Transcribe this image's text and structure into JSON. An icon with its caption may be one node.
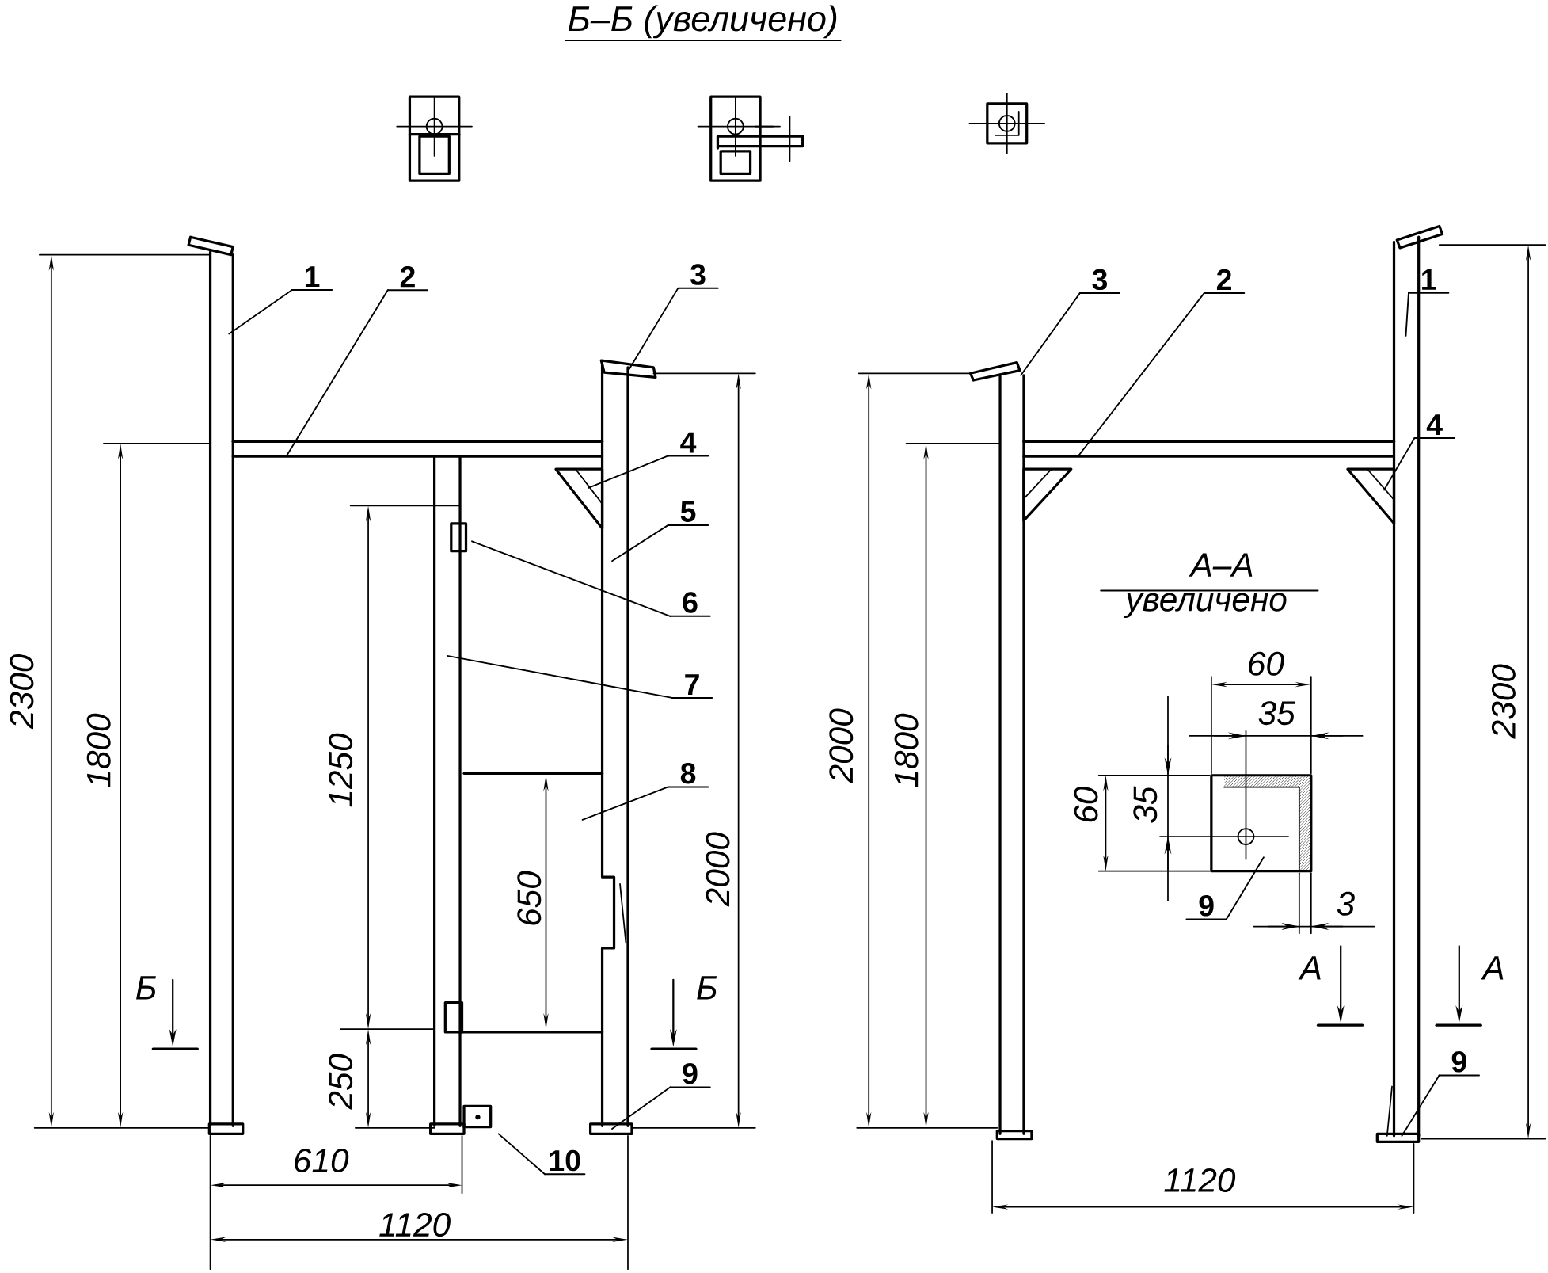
{
  "diagram": {
    "nodes": [
      {
        "text": [
          "1"
        ]
      },
      {
        "text": [
          "2"
        ]
      },
      {
        "text": [
          "3"
        ]
      },
      {
        "text": [
          "4"
        ]
      },
      {
        "text": [
          "5"
        ]
      },
      {
        "text": [
          "6"
        ]
      },
      {
        "text": [
          "7"
        ]
      },
      {
        "text": [
          "8"
        ]
      },
      {
        "text": [
          "9"
        ]
      },
      {
        "text": [
          "10"
        ]
      },
      {
        "text": [
          "3"
        ]
      },
      {
        "text": [
          "2"
        ]
      },
      {
        "text": [
          "1"
        ]
      },
      {
        "text": [
          "4"
        ]
      },
      {
        "text": [
          "9"
        ]
      },
      {
        "text": [
          "9"
        ]
      }
    ],
    "edges": [
      {
        "from": 0,
        "to": null,
        "arrow": "none"
      },
      {
        "from": 1,
        "to": null,
        "arrow": "none"
      },
      {
        "from": 2,
        "to": null,
        "arrow": "none"
      },
      {
        "from": 3,
        "to": null,
        "arrow": "none"
      },
      {
        "from": 4,
        "to": null,
        "arrow": "none"
      },
      {
        "from": 5,
        "to": null,
        "arrow": "none"
      },
      {
        "from": 6,
        "to": null,
        "arrow": "none"
      },
      {
        "from": 7,
        "to": null,
        "arrow": "none"
      },
      {
        "from": 8,
        "to": null,
        "arrow": "none"
      },
      {
        "from": 9,
        "to": null,
        "arrow": "none"
      },
      {
        "from": 10,
        "to": null,
        "arrow": "none"
      },
      {
        "from": 11,
        "to": null,
        "arrow": "none"
      },
      {
        "from": 12,
        "to": null,
        "arrow": "none"
      },
      {
        "from": 13,
        "to": null,
        "arrow": "none"
      },
      {
        "from": 14,
        "to": null,
        "arrow": "none"
      },
      {
        "from": 15,
        "to": null,
        "arrow": "none"
      }
    ],
    "labels": [
      "Б–Б (увеличено)",
      "2300",
      "1800",
      "1250",
      "650",
      "2000",
      "Б",
      "Б",
      "250",
      "610",
      "1120",
      "2000",
      "1800",
      "2300",
      "А–А",
      "увеличено",
      "60",
      "35",
      "60",
      "35",
      "3",
      "А",
      "А",
      "1120"
    ]
  }
}
